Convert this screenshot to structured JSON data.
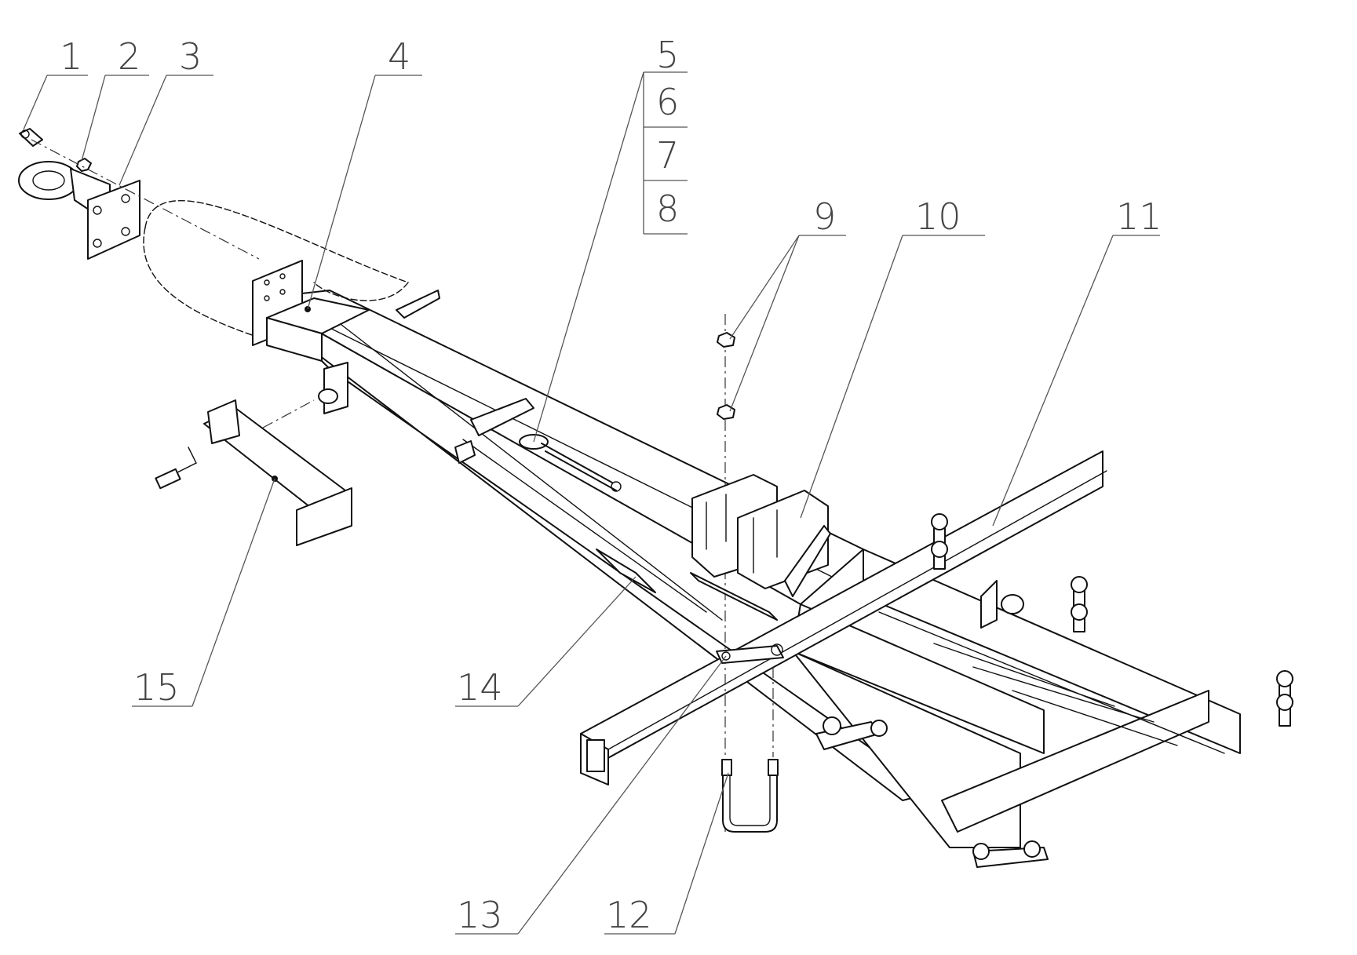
{
  "callouts": {
    "c1": "1",
    "c2": "2",
    "c3": "3",
    "c4": "4",
    "c5": "5",
    "c6": "6",
    "c7": "7",
    "c8": "8",
    "c9": "9",
    "c10": "10",
    "c11": "11",
    "c12": "12",
    "c13": "13",
    "c14": "14",
    "c15": "15"
  },
  "colors": {
    "line": "#111111",
    "callout": "#444444",
    "background": "#ffffff"
  }
}
